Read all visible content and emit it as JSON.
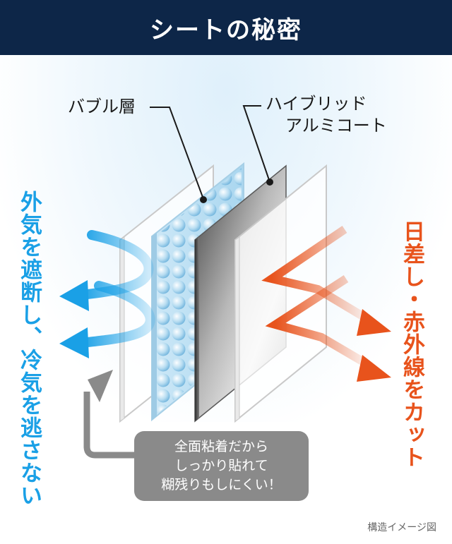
{
  "header": {
    "title": "シートの秘密"
  },
  "labels": {
    "bubble_layer": "バブル層",
    "hybrid_line1": "ハイブリッド",
    "hybrid_line2": "アルミコート"
  },
  "left_text": "外気を遮断し、冷気を逃さない",
  "right_text": "日差し・赤外線をカット",
  "callout": {
    "line1": "全面粘着だから",
    "line2": "しっかり貼れて",
    "line3": "糊残りもしにくい！"
  },
  "caption": "構造イメージ図",
  "colors": {
    "header_bg": "#0d2648",
    "blue_accent": "#1aa0e6",
    "orange_accent": "#e8531c",
    "callout_bg": "#8a8a8a",
    "arrow_gray": "#8a8a8a"
  }
}
